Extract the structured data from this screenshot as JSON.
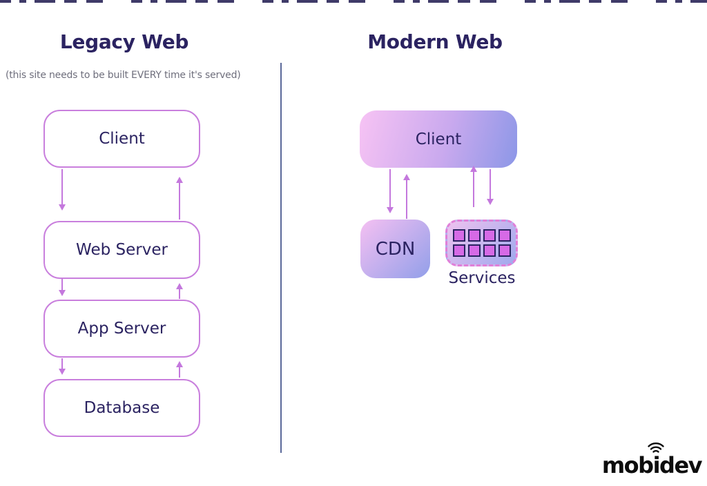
{
  "legacy": {
    "title": "Legacy Web",
    "subtitle": "(this site needs to be built EVERY time it's served)",
    "nodes": [
      "Client",
      "Web Server",
      "App Server",
      "Database"
    ],
    "edges": [
      {
        "from": "Client",
        "to": "Web Server",
        "type": "bidirectional"
      },
      {
        "from": "Web Server",
        "to": "App Server",
        "type": "bidirectional"
      },
      {
        "from": "App Server",
        "to": "Database",
        "type": "bidirectional"
      }
    ]
  },
  "modern": {
    "title": "Modern Web",
    "client_label": "Client",
    "cdn_label": "CDN",
    "services_label": "Services",
    "services_grid": {
      "rows": 2,
      "cols": 4
    },
    "edges": [
      {
        "from": "Client",
        "to": "CDN",
        "type": "bidirectional"
      },
      {
        "from": "Client",
        "to": "Services",
        "type": "bidirectional"
      }
    ]
  },
  "logo": {
    "text": "mobidev",
    "parts": [
      "mob",
      "i",
      "dev"
    ],
    "icon": "wifi-signal-arcs"
  },
  "icons": {
    "services_grid": "grid-of-8-squares",
    "arrows": "thin-vertical-arrows"
  },
  "colors": {
    "title_navy": "#2b2361",
    "subtitle_gray": "#6e6e7c",
    "legacy_border_pink": "#c97fdd",
    "arrow_pink": "#c478dd",
    "divider_slate": "#5a6899",
    "gradient_pink": "#f7c3f4",
    "gradient_periwinkle": "#8c97e7",
    "services_dashed_pink": "#e07fd8",
    "service_square_orchid": "#d66ae6",
    "logo_black": "#0d0d0d"
  }
}
